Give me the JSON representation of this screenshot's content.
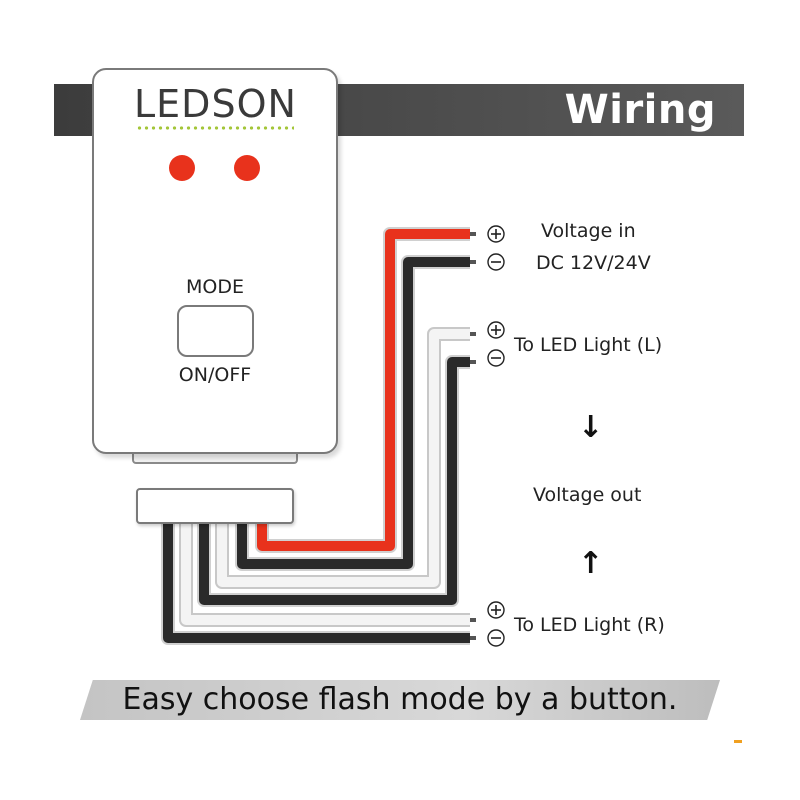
{
  "header": {
    "title": "Wiring"
  },
  "controller": {
    "brand": "LEDSON",
    "mode_label": "MODE",
    "onoff_label": "ON/OFF",
    "led_color": "#e8321c",
    "accent_dots_color": "#a4c639"
  },
  "wires": {
    "colors": {
      "red": "#e8321c",
      "black": "#2a2a2a",
      "white": "#f4f4f4"
    },
    "power": {
      "plus_symbol": "+",
      "minus_symbol": "−",
      "label_line1": "Voltage in",
      "label_line2": "DC 12V/24V"
    },
    "left": {
      "plus_symbol": "+",
      "minus_symbol": "−",
      "label": "To LED Light (L)"
    },
    "right": {
      "plus_symbol": "+",
      "minus_symbol": "−",
      "label": "To LED Light (R)"
    }
  },
  "output": {
    "label": "Voltage out",
    "arrow_down": "↓",
    "arrow_up": "↑"
  },
  "footer": {
    "text": "Easy choose flash mode by a button."
  }
}
